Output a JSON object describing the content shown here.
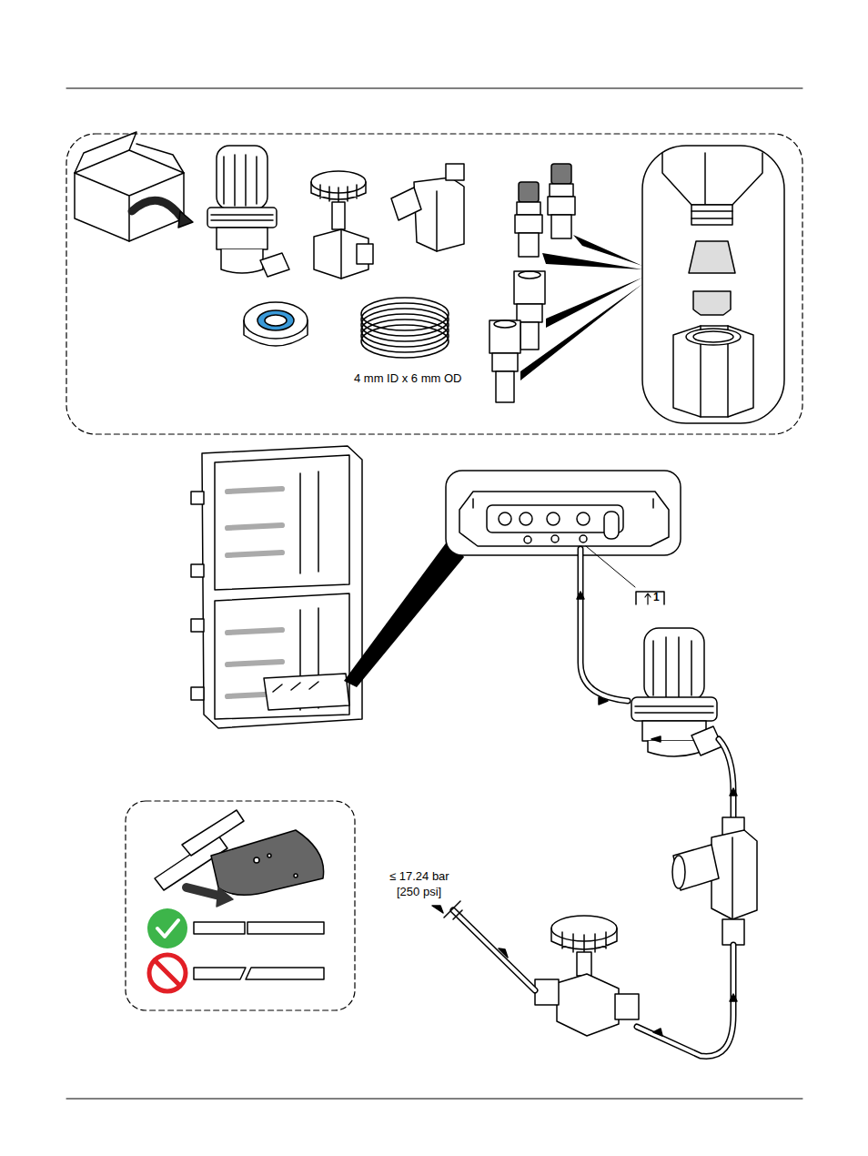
{
  "diagram": {
    "labels": [
      "4 mm ID x 6 mm OD",
      "≤ 17.24 bar",
      "[250 psi]",
      "1"
    ]
  }
}
